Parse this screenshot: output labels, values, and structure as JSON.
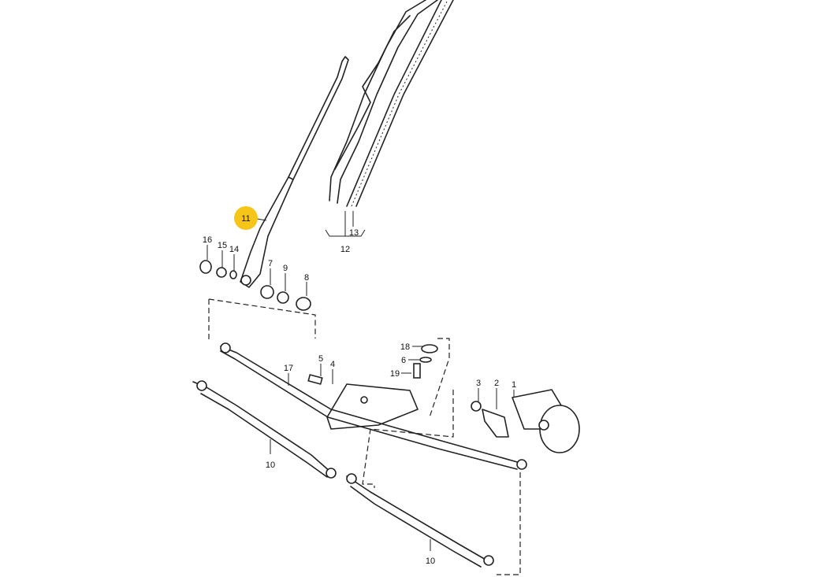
{
  "diagram": {
    "highlight_color": "#f5c518",
    "callouts": {
      "c11": "11",
      "c12": "12",
      "c13": "13",
      "c16": "16",
      "c15": "15",
      "c14": "14",
      "c7": "7",
      "c9": "9",
      "c8": "8",
      "c18": "18",
      "c6": "6",
      "c19": "19",
      "c5": "5",
      "c4": "4",
      "c17": "17",
      "c3": "3",
      "c2": "2",
      "c1": "1",
      "c10a": "10",
      "c10b": "10"
    }
  }
}
